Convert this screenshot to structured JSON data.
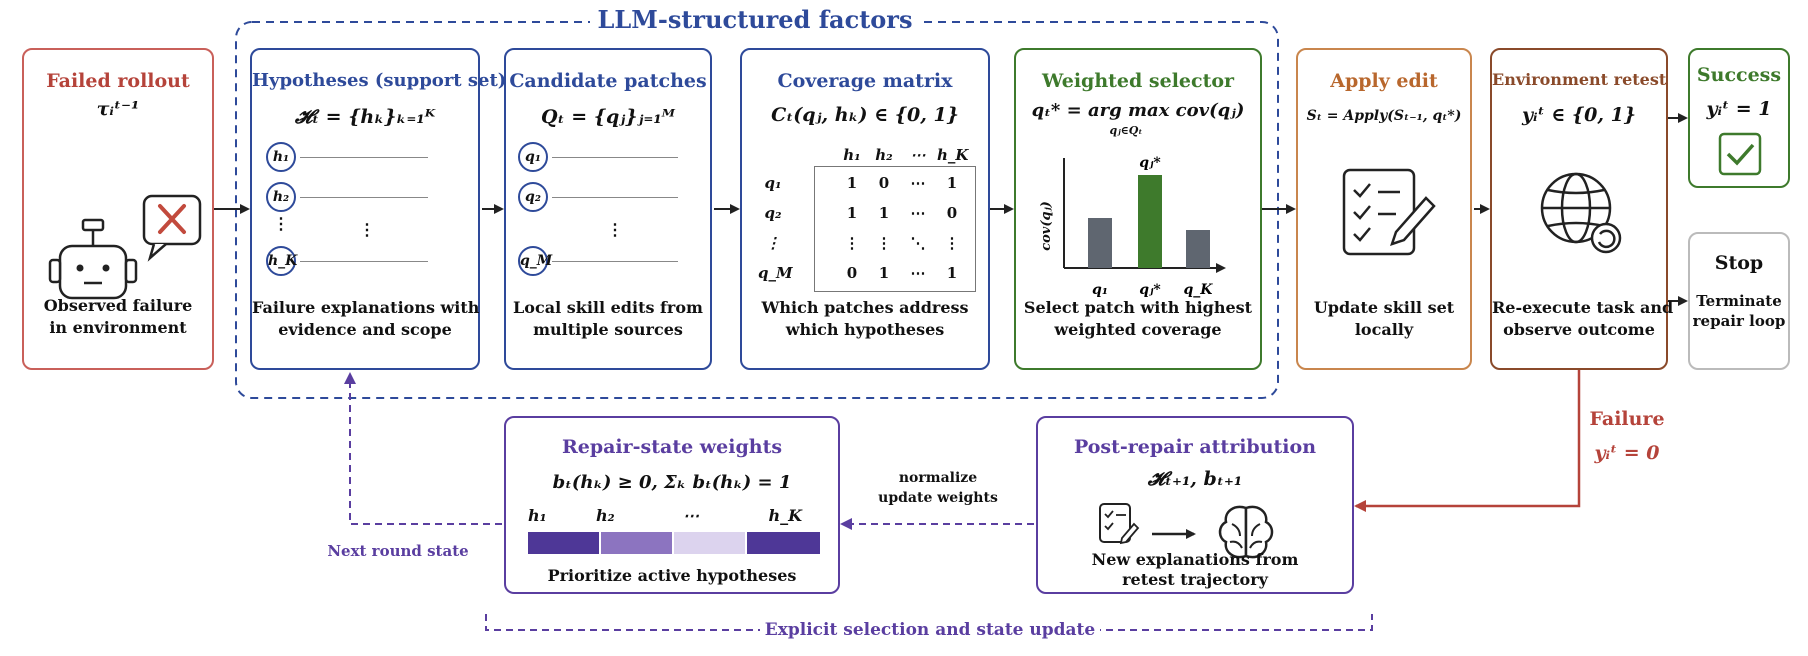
{
  "group_label": "LLM-structured factors",
  "failed_rollout": {
    "title": "Failed rollout",
    "math": "τᵢᵗ⁻¹",
    "caption_line1": "Observed failure",
    "caption_line2": "in environment"
  },
  "hypotheses": {
    "title": "Hypotheses (support set)",
    "math": "𝓗ₜ = {hₖ}ₖ₌₁ᴷ",
    "items": [
      "h₁",
      "h₂",
      "⋮",
      "h_K"
    ],
    "caption_line1": "Failure explanations with",
    "caption_line2": "evidence and scope"
  },
  "candidates": {
    "title": "Candidate patches",
    "math": "Qₜ = {qⱼ}ⱼ₌₁ᴹ",
    "items": [
      "q₁",
      "q₂",
      "q_M"
    ],
    "caption_line1": "Local skill edits from",
    "caption_line2": "multiple sources"
  },
  "coverage": {
    "title": "Coverage matrix",
    "math": "Cₜ(qⱼ, hₖ) ∈ {0, 1}",
    "col_headers": [
      "h₁",
      "h₂",
      "⋯",
      "h_K"
    ],
    "row_headers": [
      "q₁",
      "q₂",
      "⋮",
      "q_M"
    ],
    "rows": [
      [
        "1",
        "0",
        "⋯",
        "1"
      ],
      [
        "1",
        "1",
        "⋯",
        "0"
      ],
      [
        "⋮",
        "⋮",
        "⋱",
        "⋮"
      ],
      [
        "0",
        "1",
        "⋯",
        "1"
      ]
    ],
    "caption_line1": "Which patches address",
    "caption_line2": "which hypotheses"
  },
  "selector": {
    "title": "Weighted selector",
    "math_main": "qₜ* = arg max  cov(qⱼ)",
    "math_sub": "qⱼ∈Qₜ",
    "ylabel": "cov(qⱼ)",
    "bar_top_label": "qⱼ*",
    "caption_line1": "Select patch with highest",
    "caption_line2": "weighted coverage",
    "chart_data": {
      "type": "bar",
      "categories": [
        "q₁",
        "qⱼ*",
        "q_K"
      ],
      "values": [
        0.5,
        0.93,
        0.38
      ],
      "ylim": [
        0,
        1.1
      ],
      "colors": [
        "#5f6670",
        "#3e7a2c",
        "#5f6670"
      ]
    }
  },
  "apply_edit": {
    "title": "Apply edit",
    "math": "Sₜ = Apply(Sₜ₋₁, qₜ*)",
    "caption_line1": "Update skill set",
    "caption_line2": "locally"
  },
  "retest": {
    "title": "Environment retest",
    "math": "yᵢᵗ ∈ {0, 1}",
    "caption_line1": "Re-execute task and",
    "caption_line2": "observe outcome"
  },
  "success": {
    "title": "Success",
    "math": "yᵢᵗ = 1"
  },
  "stop": {
    "title": "Stop",
    "caption_line1": "Terminate",
    "caption_line2": "repair loop"
  },
  "failure": {
    "label": "Failure",
    "math": "yᵢᵗ = 0"
  },
  "attribution": {
    "title": "Post-repair attribution",
    "math": "𝓗ₜ₊₁,  bₜ₊₁",
    "caption_line1": "New explanations from",
    "caption_line2": "retest trajectory"
  },
  "normalize": {
    "line1": "normalize",
    "line2": "update weights"
  },
  "weights": {
    "title": "Repair-state weights",
    "math": "bₜ(hₖ) ≥ 0,  Σₖ bₜ(hₖ) = 1",
    "bar_labels": [
      "h₁",
      "h₂",
      "⋯",
      "h_K"
    ],
    "segments": [
      0.25,
      0.25,
      0.25,
      0.25
    ],
    "segment_colors": [
      "#4e3797",
      "#8c74c0",
      "#dcd3ee",
      "#4e3797"
    ],
    "caption": "Prioritize active hypotheses"
  },
  "next_round": "Next round state",
  "bottom_label": "Explicit selection and state update",
  "colors": {
    "red": "#b5433a",
    "blue": "#2e4a9a",
    "green": "#3e7a2c",
    "orange": "#c9864d",
    "brown": "#8a4a2a",
    "purple": "#5a3ea0"
  }
}
